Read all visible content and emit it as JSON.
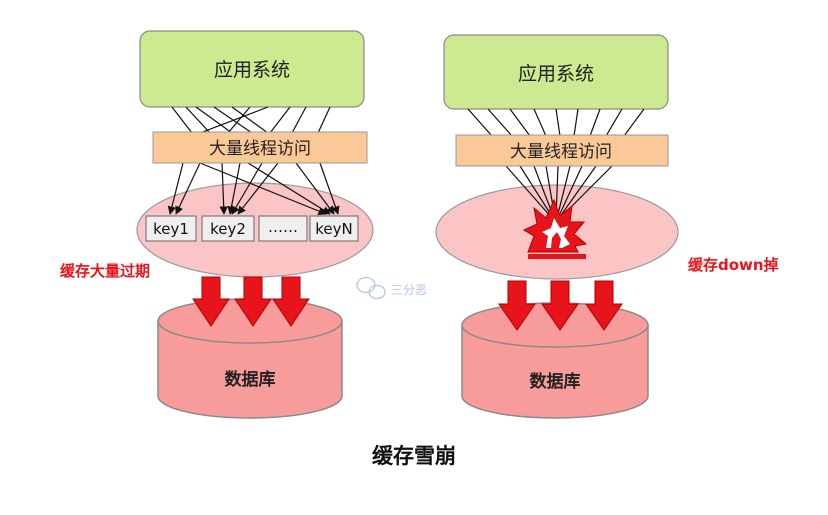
{
  "left": {
    "app": "应用系统",
    "threads": "大量线程访问",
    "keys": [
      "key1",
      "key2",
      "……",
      "keyN"
    ],
    "db": "数据库",
    "note": "缓存大量过期"
  },
  "right": {
    "app": "应用系统",
    "threads": "大量线程访问",
    "db": "数据库",
    "note": "缓存down掉"
  },
  "caption": "缓存雪崩",
  "watermark": "三分恶",
  "colors": {
    "app_box": "#ccea8f",
    "threads_box": "#fbc897",
    "cache": "#fbc5c5",
    "db": "#f79b9b",
    "arrow": "#e8141c",
    "note": "#e8141c"
  }
}
